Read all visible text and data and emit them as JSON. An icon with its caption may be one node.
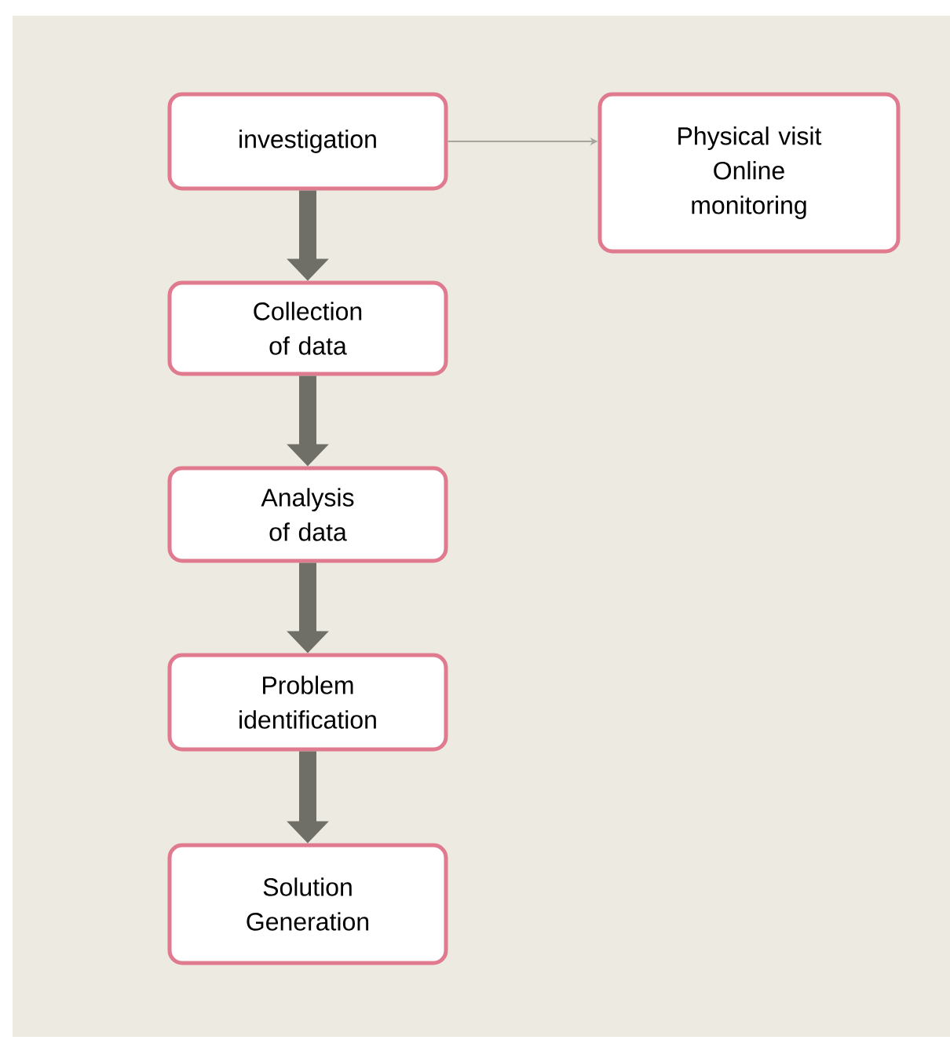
{
  "diagram": {
    "nodes": [
      {
        "text": [
          "investigation"
        ]
      },
      {
        "text": [
          "Physical visit",
          "Online monitoring"
        ]
      },
      {
        "text": [
          "Collection of data"
        ]
      },
      {
        "text": [
          "Analysis of data"
        ]
      },
      {
        "text": [
          "Problem identification"
        ]
      },
      {
        "text": [
          "Solution Generation"
        ]
      }
    ],
    "edges": [
      {
        "from": 0,
        "to": 1,
        "arrow": "to",
        "color": "#a6a6a0"
      },
      {
        "from": 0,
        "to": 2,
        "arrow": "to"
      },
      {
        "from": 2,
        "to": 3,
        "arrow": "to"
      },
      {
        "from": 3,
        "to": 4,
        "arrow": "to"
      },
      {
        "from": 4,
        "to": 5,
        "arrow": "to"
      }
    ]
  }
}
